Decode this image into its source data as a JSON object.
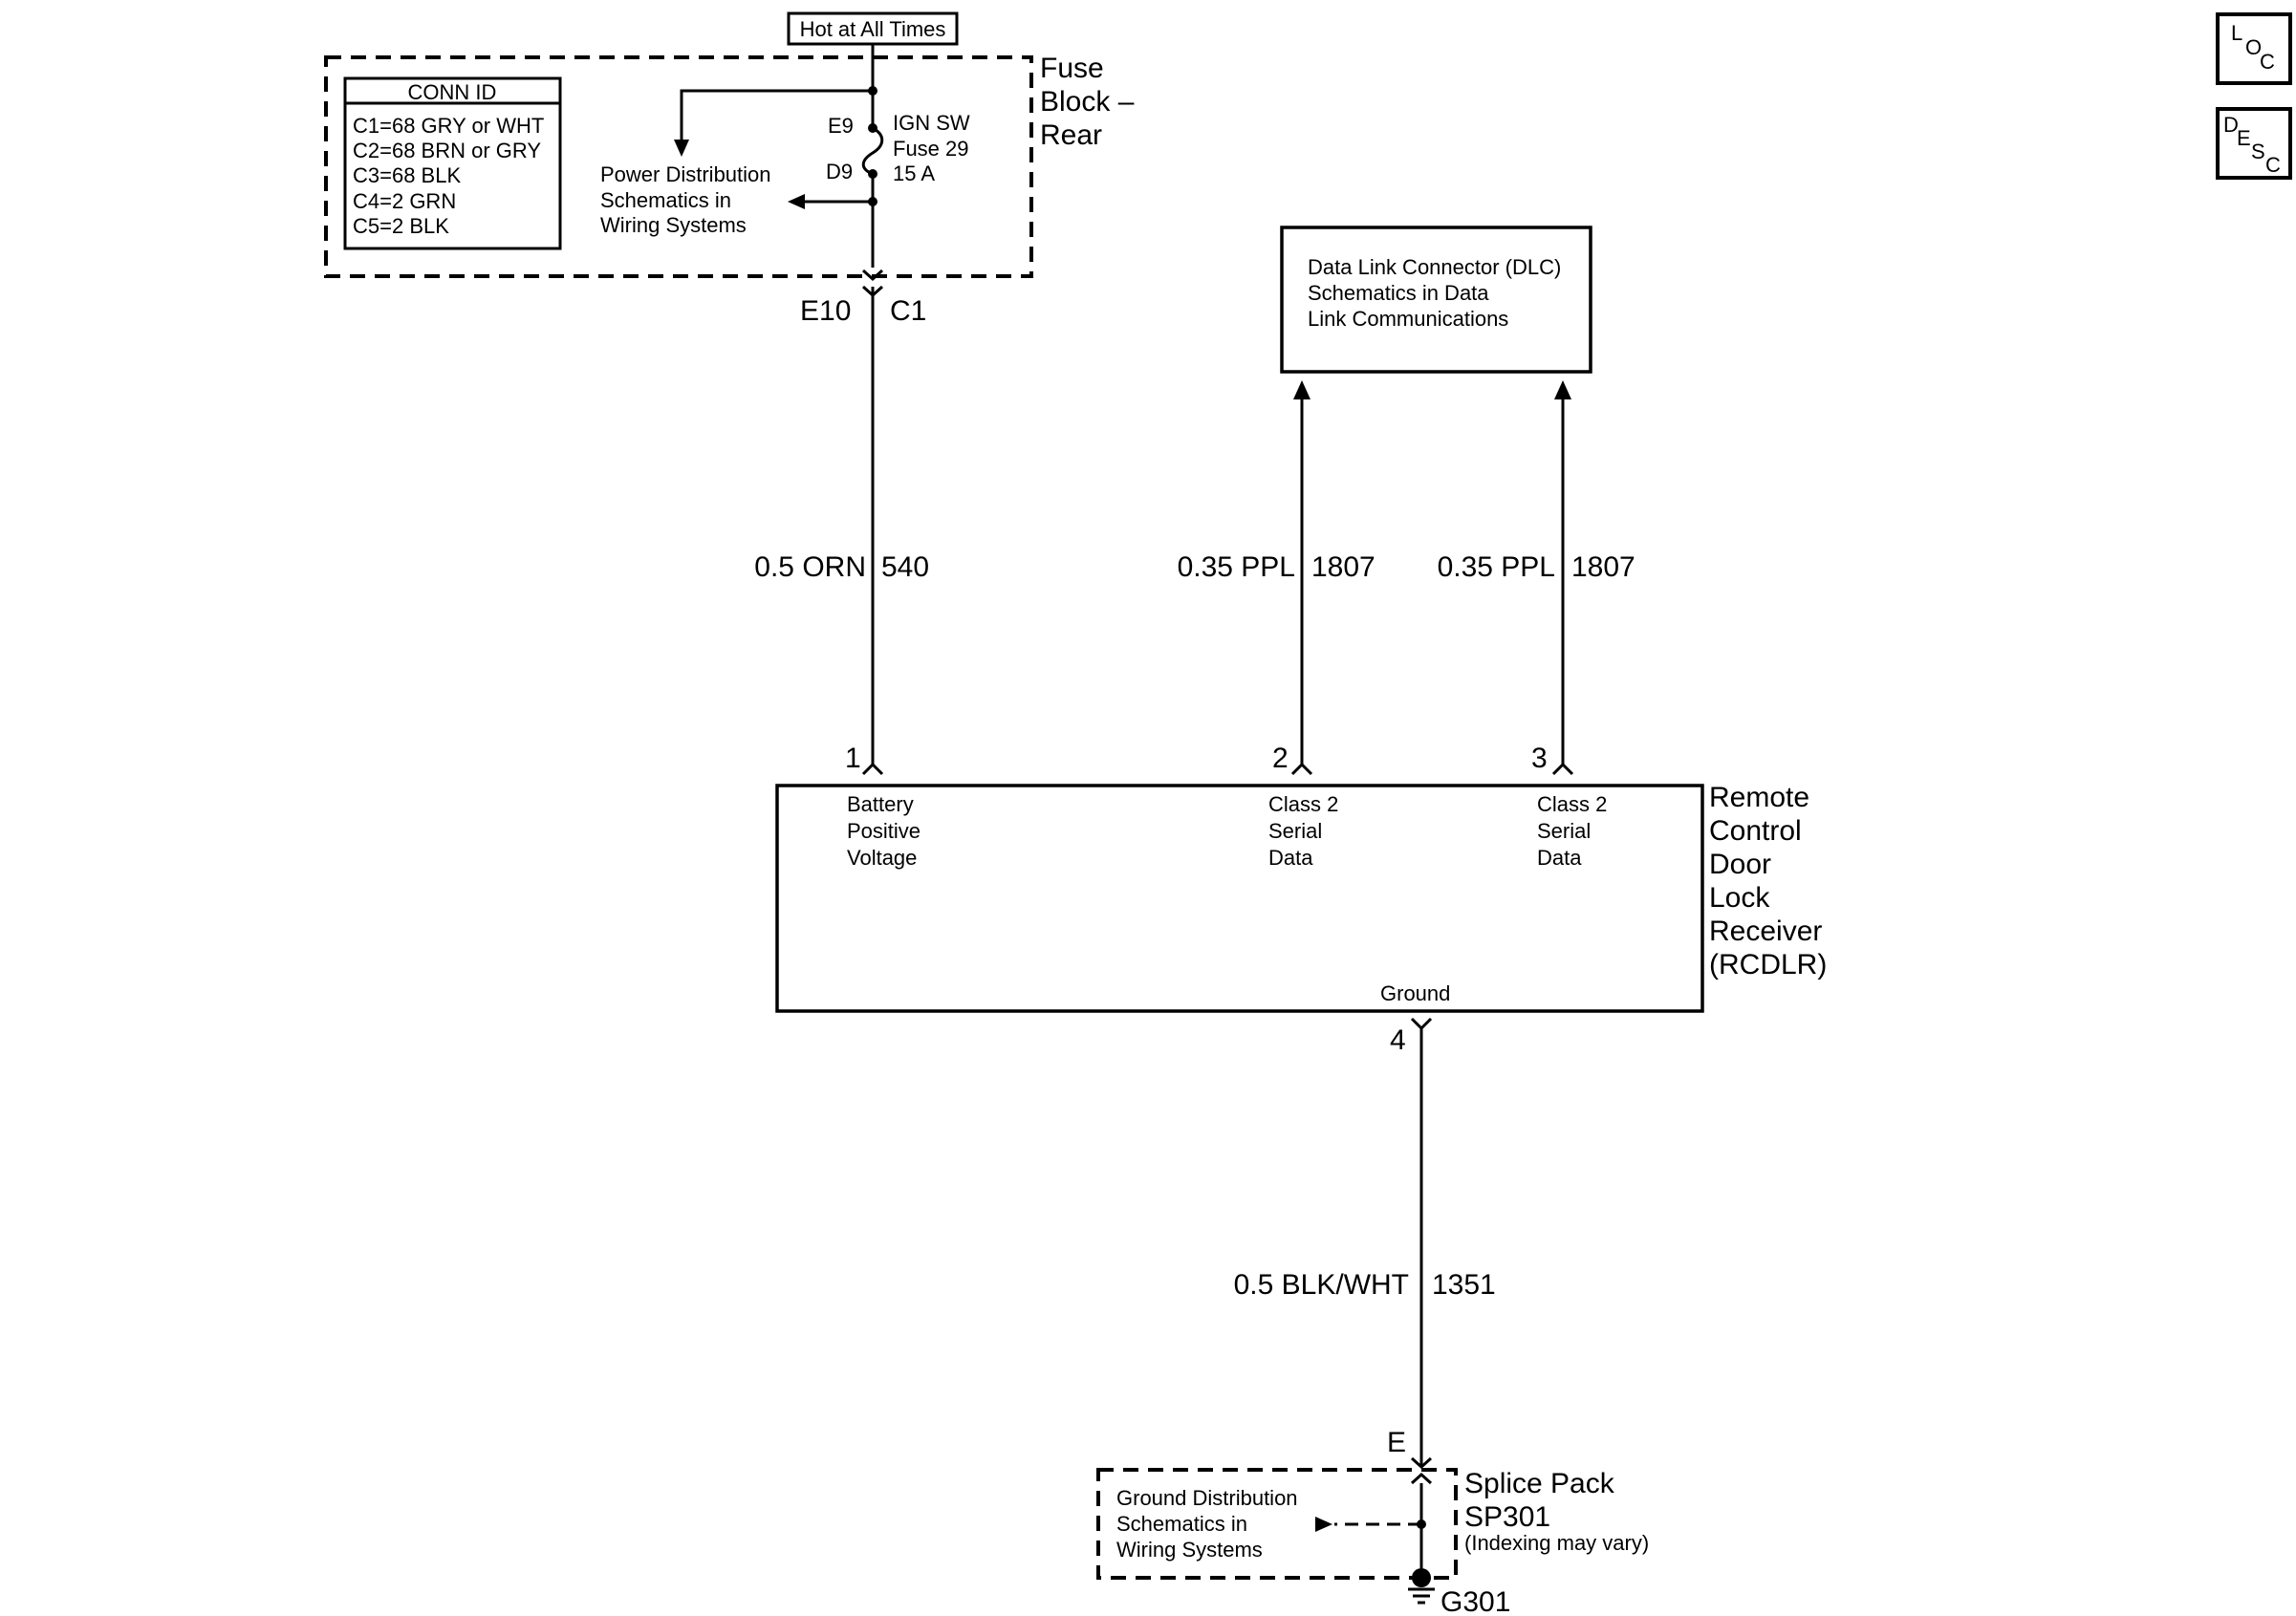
{
  "hot_label": "Hot at All Times",
  "fuse_block": {
    "title_lines": [
      "Fuse",
      "Block –",
      "Rear"
    ],
    "conn_id": {
      "title": "CONN ID",
      "rows": [
        "C1=68 GRY or WHT",
        "C2=68 BRN or GRY",
        "C3=68 BLK",
        "C4=2 GRN",
        "C5=2 BLK"
      ]
    },
    "pin_top": "E9",
    "pin_bottom": "D9",
    "fuse_lines": [
      "IGN SW",
      "Fuse 29",
      "15 A"
    ],
    "power_dist_lines": [
      "Power Distribution",
      "Schematics in",
      "Wiring Systems"
    ],
    "connector_left": "E10",
    "connector_right": "C1"
  },
  "dlc": {
    "lines": [
      "Data Link Connector (DLC)",
      "Schematics in Data",
      "Link Communications"
    ]
  },
  "wires": [
    {
      "size_color": "0.5 ORN",
      "circuit": "540"
    },
    {
      "size_color": "0.35 PPL",
      "circuit": "1807"
    },
    {
      "size_color": "0.35 PPL",
      "circuit": "1807"
    },
    {
      "size_color": "0.5 BLK/WHT",
      "circuit": "1351"
    }
  ],
  "rcdlr": {
    "title_lines": [
      "Remote",
      "Control",
      "Door",
      "Lock",
      "Receiver",
      "(RCDLR)"
    ],
    "pins": [
      {
        "number": "1",
        "lines": [
          "Battery",
          "Positive",
          "Voltage"
        ]
      },
      {
        "number": "2",
        "lines": [
          "Class 2",
          "Serial",
          "Data"
        ]
      },
      {
        "number": "3",
        "lines": [
          "Class 2",
          "Serial",
          "Data"
        ]
      }
    ],
    "ground_label": "Ground",
    "ground_pin": "4"
  },
  "splice": {
    "connector": "E",
    "title_lines": [
      "Splice Pack",
      "SP301"
    ],
    "note": "(Indexing may vary)",
    "ground_dist_lines": [
      "Ground Distribution",
      "Schematics in",
      "Wiring Systems"
    ],
    "ground_id": "G301"
  },
  "nav_icons": {
    "loc": [
      "L",
      "O",
      "C"
    ],
    "desc": [
      "D",
      "E",
      "S",
      "C"
    ]
  }
}
